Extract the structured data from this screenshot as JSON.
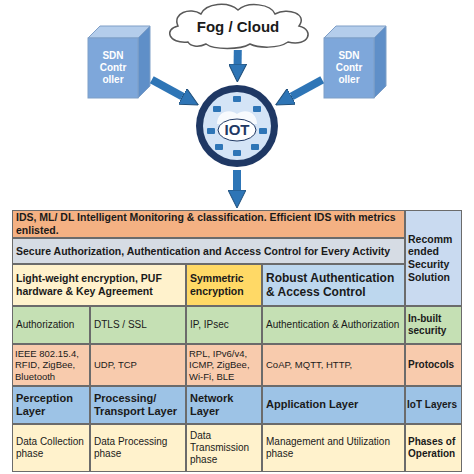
{
  "diagram": {
    "nodes": [
      {
        "text": [
          "Fog / Cloud"
        ]
      },
      {
        "text": [
          "SDN Contr oller"
        ]
      },
      {
        "text": [
          "SDN Contr oller"
        ]
      },
      {
        "text": [
          "IOT"
        ]
      },
      {
        "text": [
          "IDS, ML/ DL Intelligent Monitoring & classification. Efficient IDS with metrics enlisted."
        ]
      },
      {
        "text": [
          "Recomm ended Security Solution"
        ]
      },
      {
        "text": [
          "Secure Authorization, Authentication and Access Control for Every Activity"
        ]
      },
      {
        "text": [
          "Light-weight encryption, PUF hardware & Key Agreement"
        ]
      },
      {
        "text": [
          "Symmetric encryption"
        ]
      },
      {
        "text": [
          "Robust Authentication & Access Control"
        ]
      },
      {
        "text": [
          "Authorization"
        ]
      },
      {
        "text": [
          "DTLS / SSL"
        ]
      },
      {
        "text": [
          "IP, IPsec"
        ]
      },
      {
        "text": [
          "Authentication & Authorization"
        ]
      },
      {
        "text": [
          "In-built security"
        ]
      },
      {
        "text": [
          "IEEE 802.15.4, RFID, ZigBee, Bluetooth"
        ]
      },
      {
        "text": [
          "UDP, TCP"
        ]
      },
      {
        "text": [
          "RPL, IPv6/v4, ICMP, ZigBee, Wi-Fi, BLE"
        ]
      },
      {
        "text": [
          "CoAP, MQTT, HTTP,"
        ]
      },
      {
        "text": [
          "Protocols"
        ]
      },
      {
        "text": [
          "Perception Layer"
        ]
      },
      {
        "text": [
          "Processing/ Transport Layer"
        ]
      },
      {
        "text": [
          "Network Layer"
        ]
      },
      {
        "text": [
          "Application Layer"
        ]
      },
      {
        "text": [
          "IoT Layers"
        ]
      },
      {
        "text": [
          "Data Collection phase"
        ]
      },
      {
        "text": [
          "Data Processing phase"
        ]
      },
      {
        "text": [
          "Data Transmission phase"
        ]
      },
      {
        "text": [
          "Management and Utilization phase"
        ]
      },
      {
        "text": [
          "Phases of Operation"
        ]
      }
    ],
    "edges": [
      {
        "from": 0,
        "to": 3,
        "arrow": "to"
      },
      {
        "from": 1,
        "to": 3,
        "arrow": "to"
      },
      {
        "from": 2,
        "to": 3,
        "arrow": "to"
      },
      {
        "from": 3,
        "to": 4,
        "arrow": "to"
      }
    ]
  }
}
